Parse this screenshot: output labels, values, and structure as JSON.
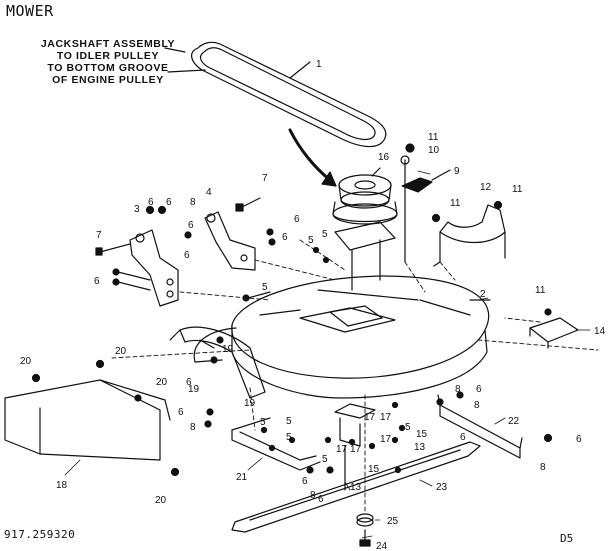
{
  "title": "MOWER",
  "note_lines": [
    "JACKSHAFT ASSEMBLY",
    "TO IDLER PULLEY",
    "TO BOTTOM GROOVE",
    "OF ENGINE PULLEY"
  ],
  "model_number": "917.259320",
  "sheet_code": "D5",
  "part_labels": [
    "1",
    "2",
    "3",
    "4",
    "5",
    "6",
    "7",
    "8",
    "9",
    "10",
    "11",
    "12",
    "13",
    "14",
    "15",
    "16",
    "17",
    "18",
    "19",
    "20",
    "21",
    "22",
    "23",
    "24",
    "25"
  ]
}
